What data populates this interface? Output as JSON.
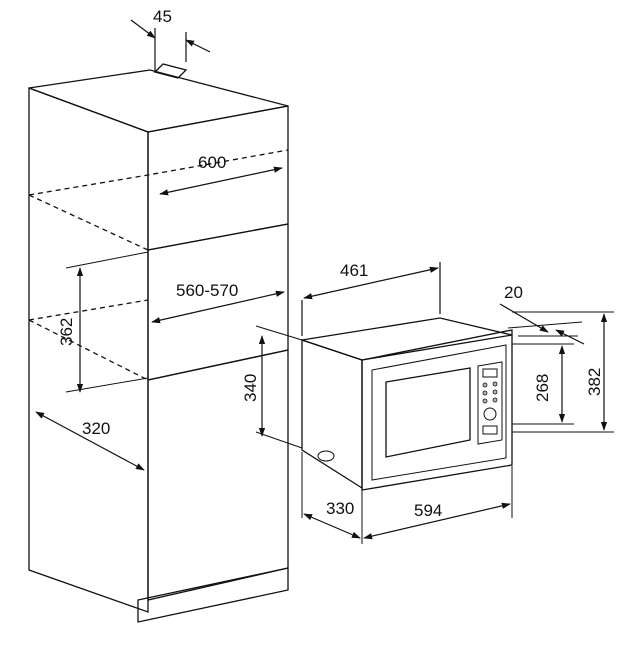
{
  "colors": {
    "cabinet_front": "#878789",
    "cabinet_side": "#8f8f91",
    "cabinet_top": "#a3a3a5",
    "microwave_body": "#f2f2f2",
    "window": "#9a9a9c",
    "line": "#111111"
  },
  "dimensions": {
    "d45": "45",
    "d600": "600",
    "d560": "560-570",
    "d362": "362",
    "d320": "320",
    "d340": "340",
    "d461": "461",
    "d20": "20",
    "d268": "268",
    "d382": "382",
    "d330": "330",
    "d594": "594"
  }
}
